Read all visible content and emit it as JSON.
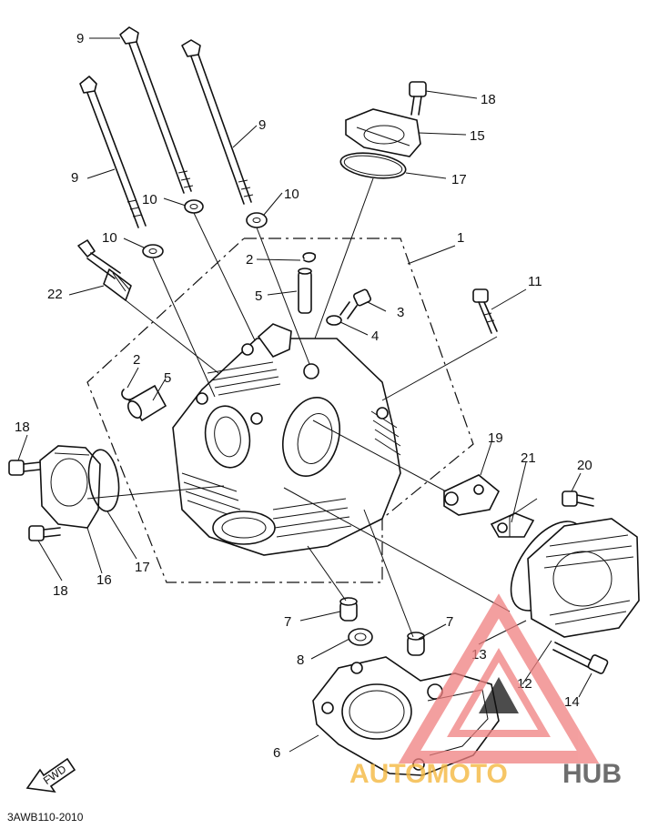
{
  "diagram": {
    "part_code": "3AWB110-2010",
    "fwd_label": "FWD",
    "callouts": {
      "c1": "1",
      "c2a": "2",
      "c2b": "2",
      "c3": "3",
      "c4": "4",
      "c5a": "5",
      "c5b": "5",
      "c6": "6",
      "c7a": "7",
      "c7b": "7",
      "c8": "8",
      "c9a": "9",
      "c9b": "9",
      "c9c": "9",
      "c10a": "10",
      "c10b": "10",
      "c10c": "10",
      "c11": "11",
      "c12": "12",
      "c13": "13",
      "c14": "14",
      "c15": "15",
      "c16": "16",
      "c17a": "17",
      "c17b": "17",
      "c18a": "18",
      "c18b": "18",
      "c18c": "18",
      "c19": "19",
      "c20": "20",
      "c21": "21",
      "c22": "22"
    },
    "watermark": {
      "brand_part1": "AUTOMOTO",
      "brand_part2": "HUB",
      "color_primary": "#f08080",
      "color_secondary": "#f5b841",
      "color_dark": "#555555"
    }
  }
}
